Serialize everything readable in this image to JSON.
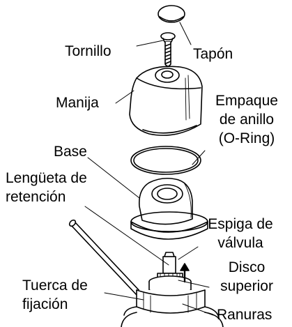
{
  "labels": {
    "tornillo": "Tornillo",
    "tapon": "Tapón",
    "manija": "Manija",
    "empaque_line1": "Empaque",
    "empaque_line2": "de anillo",
    "empaque_line3": "(O-Ring)",
    "base": "Base",
    "lengueta_line1": "Lengüeta de",
    "lengueta_line2": "retención",
    "espiga_line1": "Espiga de",
    "espiga_line2": "válvula",
    "disco_line1": "Disco",
    "disco_line2": "superior",
    "tuerca_line1": "Tuerca de",
    "tuerca_line2": "fijación",
    "ranuras": "Ranuras"
  }
}
